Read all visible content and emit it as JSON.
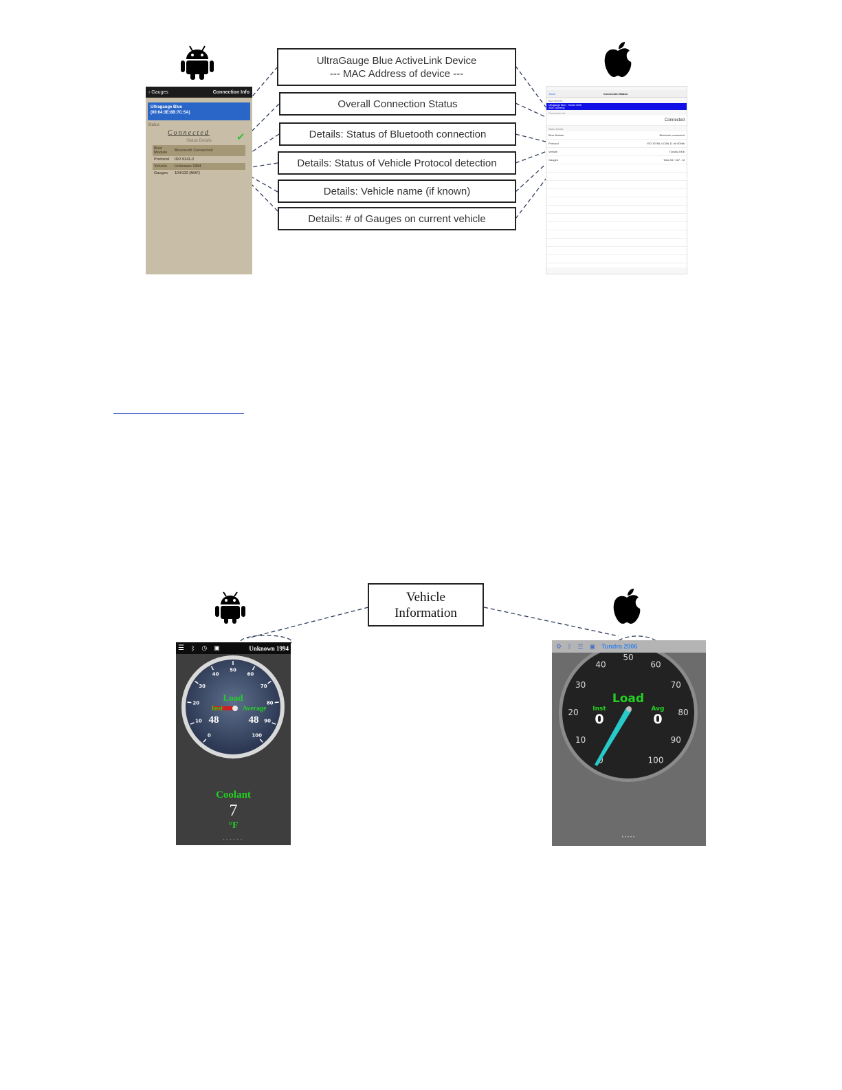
{
  "callouts_top": [
    {
      "line1": "UltraGauge Blue ActiveLink Device",
      "line2": "--- MAC Address of device ---"
    },
    {
      "line1": "Overall Connection Status"
    },
    {
      "line1": "Details: Status of Bluetooth connection"
    },
    {
      "line1": "Details: Status of Vehicle Protocol detection"
    },
    {
      "line1": "Details: Vehicle name (if known)"
    },
    {
      "line1": "Details: # of Gauges on current vehicle"
    }
  ],
  "callout_bottom": {
    "line1": "Vehicle",
    "line2": "Information"
  },
  "icons": {
    "android": "android-icon",
    "apple": "apple-icon"
  },
  "android_connection": {
    "back_label": "Gauges",
    "title": "Connection Info",
    "device_name": "Ultragauge Blue",
    "device_mac": "(00:04:3E:8B:7C:5A)",
    "status_label": "Status",
    "status_value": "Connected",
    "status_details_label": "Status Details",
    "details": [
      {
        "key": "Blue Module",
        "value": "Bluetooth Connected"
      },
      {
        "key": "Protocol",
        "value": "ISO 9141-2"
      },
      {
        "key": "Vehicle",
        "value": "Unknown 1994"
      },
      {
        "key": "Gauges",
        "value": "104/132 (MAF)"
      }
    ]
  },
  "ios_connection": {
    "back_label": "Back",
    "title": "Connection Status",
    "section_device": "Blue Devices",
    "device_line1": "Ultragauge Blue - Tundra 2006",
    "device_line2": "(MAC address)",
    "section_connection": "Connection Info",
    "status_value": "Connected",
    "section_details": "Status Details",
    "details": [
      {
        "key": "Blue Module",
        "value": "Bluetooth connected"
      },
      {
        "key": "Protocol",
        "value": "ISO 15765-4 CAN 11 bit 500kb"
      },
      {
        "key": "Vehicle",
        "value": "Tundra 2006"
      },
      {
        "key": "Gauges",
        "value": "Total 93 / 167 - M"
      }
    ]
  },
  "android_gauge": {
    "vehicle": "Unknown 1994",
    "gauge_title": "Load",
    "inst_label": "Inst",
    "avg_label": "Average",
    "inst_value": "48",
    "avg_value": "48",
    "ticks": [
      "0",
      "10",
      "20",
      "30",
      "40",
      "50",
      "60",
      "70",
      "80",
      "90",
      "100"
    ],
    "coolant_label": "Coolant",
    "coolant_value": "7",
    "coolant_unit": "°F",
    "colors": {
      "green": "#22d022",
      "needle": "#cc2222"
    }
  },
  "ios_gauge": {
    "vehicle": "Tundra 2006",
    "gauge_title": "Load",
    "inst_label": "Inst",
    "avg_label": "Avg",
    "inst_value": "0",
    "avg_value": "0",
    "ticks": [
      "0",
      "10",
      "20",
      "30",
      "40",
      "50",
      "60",
      "70",
      "80",
      "90",
      "100"
    ],
    "colors": {
      "green": "#22d022",
      "needle": "#27c9c9"
    }
  }
}
